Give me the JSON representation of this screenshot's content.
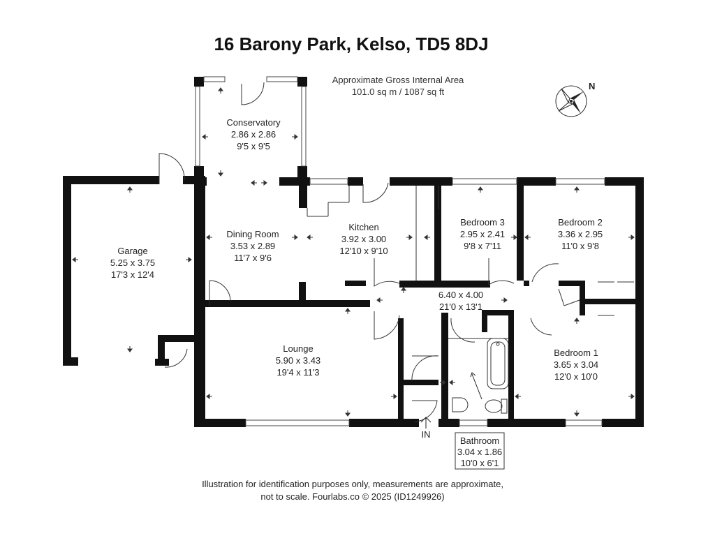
{
  "title": "16 Barony Park, Kelso, TD5 8DJ",
  "area": {
    "line1": "Approximate Gross Internal Area",
    "line2": "101.0 sq m / 1087 sq ft"
  },
  "compass": {
    "label": "N",
    "icon": "compass-rose-icon"
  },
  "rooms": {
    "conservatory": {
      "name": "Conservatory",
      "metric": "2.86 x 2.86",
      "imperial": "9'5 x 9'5"
    },
    "dining": {
      "name": "Dining Room",
      "metric": "3.53 x 2.89",
      "imperial": "11'7 x 9'6"
    },
    "kitchen": {
      "name": "Kitchen",
      "metric": "3.92 x 3.00",
      "imperial": "12'10 x 9'10"
    },
    "bedroom3": {
      "name": "Bedroom 3",
      "metric": "2.95 x 2.41",
      "imperial": "9'8 x 7'11"
    },
    "bedroom2": {
      "name": "Bedroom 2",
      "metric": "3.36 x 2.95",
      "imperial": "11'0 x 9'8"
    },
    "garage": {
      "name": "Garage",
      "metric": "5.25 x 3.75",
      "imperial": "17'3 x 12'4"
    },
    "hall": {
      "metric": "6.40 x 4.00",
      "imperial": "21'0 x 13'1"
    },
    "lounge": {
      "name": "Lounge",
      "metric": "5.90 x 3.43",
      "imperial": "19'4 x 11'3"
    },
    "bedroom1": {
      "name": "Bedroom 1",
      "metric": "3.65 x 3.04",
      "imperial": "12'0 x 10'0"
    },
    "bathroom": {
      "name": "Bathroom",
      "metric": "3.04 x 1.86",
      "imperial": "10'0 x 6'1"
    }
  },
  "entrance": {
    "label": "IN"
  },
  "footer": {
    "line1": "Illustration for identification purposes only, measurements are approximate,",
    "line2": "not to scale. Fourlabs.co © 2025 (ID1249926)"
  }
}
